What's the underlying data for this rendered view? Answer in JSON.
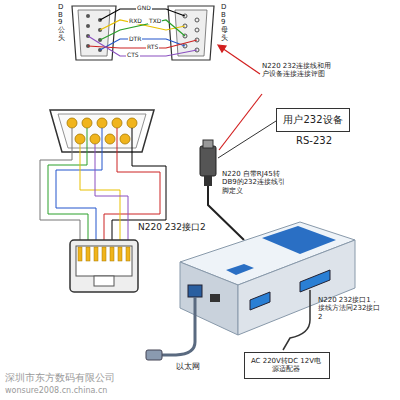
{
  "diagram": {
    "nodes": [
      {
        "text": [
          "用户232设备",
          "RS-232"
        ]
      },
      {
        "text": [
          "AC 220V转DC 12V电源适配器"
        ]
      }
    ],
    "labels": [
      "DB9公头",
      "DB9母头",
      "GND",
      "RXD",
      "TXD",
      "DTR",
      "RTS",
      "CTS",
      "N220 232连接线和用户设备连接连接评图",
      "N220 自带RJ45转DB9的232连接线引脚定义",
      "N220 232接口2",
      "N220 232接口1，接线方法同232接口2",
      "以太网",
      "深圳市东方数码有限公司",
      "wonsure2008.cn.china.cn"
    ]
  }
}
